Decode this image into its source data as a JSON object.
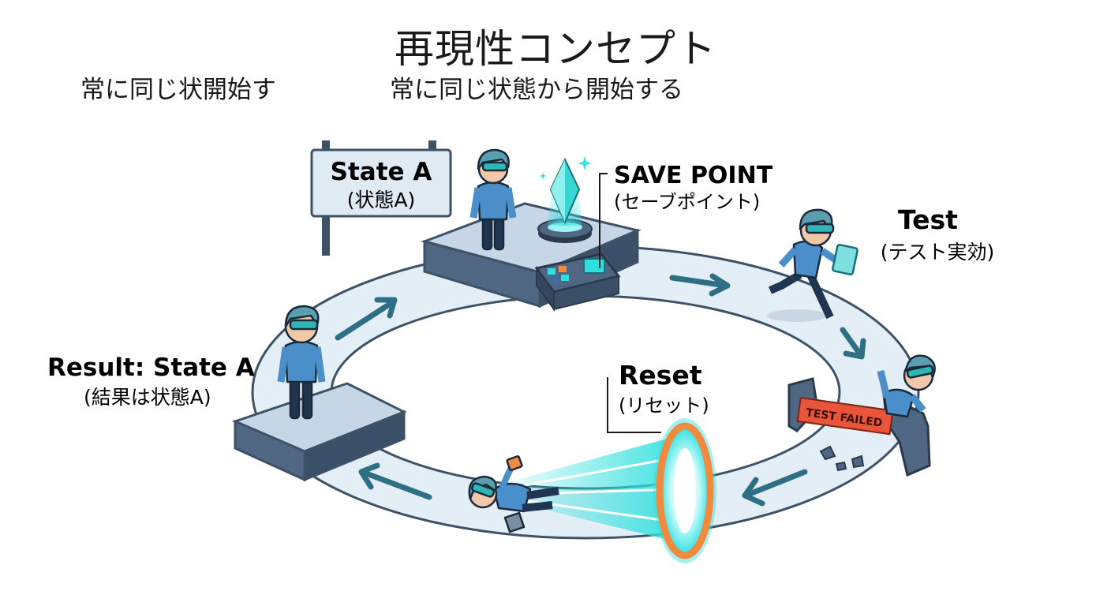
{
  "title": "再現性コンセプト",
  "subtitle_left": "常に同じ状開始す",
  "subtitle_right": "常に同じ状態から開始する",
  "labels": {
    "state_a": {
      "main": "State A",
      "sub": "(状態A)"
    },
    "save_point": {
      "main": "SAVE POINT",
      "sub": "(セーブポイント)"
    },
    "test": {
      "main": "Test",
      "sub": "(テスト実効)"
    },
    "result": {
      "main": "Result: State A",
      "sub": "(結果は状態A)"
    },
    "reset": {
      "main": "Reset",
      "sub": "(リセット)"
    },
    "test_failed": "TEST FAILED"
  },
  "colors": {
    "track": "#e3eef6",
    "track_edge": "#3d5266",
    "platform_top": "#c6d6e6",
    "platform_side": "#4f6782",
    "arrow": "#2f6f86",
    "person_shirt": "#4a8fc9",
    "person_pants": "#1f3550",
    "hair": "#5a9fb0",
    "goggles": "#2fb6b6",
    "crystal": "#37d6d2",
    "portal_orange": "#f08a3e",
    "portal_cyan": "#2ee0df",
    "failed_red": "#e8553a"
  }
}
